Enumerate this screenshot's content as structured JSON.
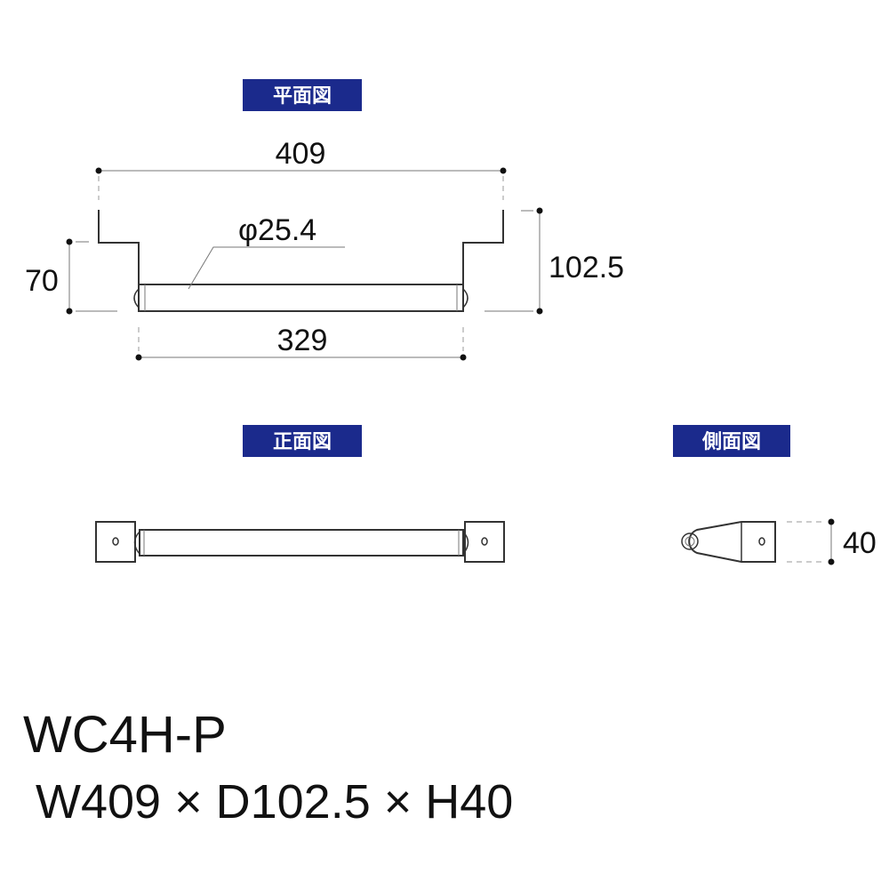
{
  "views": {
    "plan_label": "平面図",
    "front_label": "正面図",
    "side_label": "側面図"
  },
  "dimensions": {
    "overall_width": "409",
    "diameter": "φ25.4",
    "depth_70": "70",
    "depth_total": "102.5",
    "inner_width": "329",
    "height": "40"
  },
  "product": {
    "model": "WC4H-P",
    "size": "W409 × D102.5 × H40"
  },
  "colors": {
    "badge": "#1b2a8c",
    "line": "#333333"
  }
}
